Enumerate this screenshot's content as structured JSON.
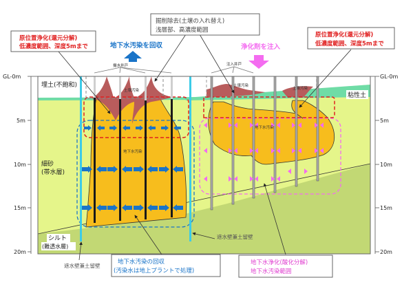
{
  "colors": {
    "fill_soil": "#ffffff",
    "sand": "#e5f58a",
    "silt": "#c2d874",
    "clay": "#6fdca6",
    "gw_plume": "#f7bd1d",
    "soil_contam": "#b85c5c",
    "recovery_blue": "#1a74c8",
    "inject_pink": "#f46cf0",
    "wall_cyan": "#3ccbe8",
    "red_label": "#e02020",
    "blue_label": "#1a74c8",
    "pink_label": "#e040d0"
  },
  "callouts": {
    "left_red": {
      "line1": "原位置浄化(還元分解)",
      "line2": "低濃度範囲、深度5mまで"
    },
    "right_red": {
      "line1": "原位置浄化(還元分解)",
      "line2": "低濃度範囲、深度5mまで"
    },
    "excavation": {
      "line1": "掘削除去(土壌の入れ替え)",
      "line2": "浅層部、高濃度範囲"
    },
    "recovery": {
      "line1": "地下水汚染の回収",
      "line2": "(汚染水は地上プラントで処理)"
    },
    "oxidation": {
      "line1": "地下水浄化(酸化分解)",
      "line2": "地下水汚染範囲"
    }
  },
  "arrows": {
    "recover_label": "地下水汚染を回収",
    "inject_label": "浄化剤を注入"
  },
  "wells": {
    "pumping_label": "揚水井戸",
    "injection_label": "注入井戸"
  },
  "layers": {
    "fill": "埋土(不飽和)",
    "sand_line1": "細砂",
    "sand_line2": "(帯水層)",
    "silt_line1": "シルト",
    "silt_line2": "(難透水層)",
    "clay": "粘性土"
  },
  "plume_labels": {
    "soil_left": "土壌汚染",
    "soil_right1": "土壌汚染",
    "soil_right2": "土壌汚染",
    "gw_left": "地下水汚染",
    "gw_right": "地下水汚染"
  },
  "walls": {
    "left": "遮水壁兼土留壁",
    "right": "遮水壁兼土留壁"
  },
  "depth_axis": {
    "ticks": [
      "GL-0m",
      "5m",
      "10m",
      "15m",
      "20m"
    ]
  }
}
